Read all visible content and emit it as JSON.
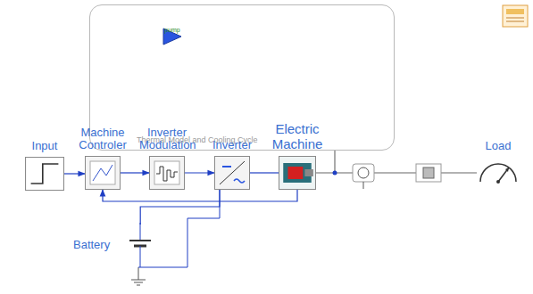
{
  "diagram": {
    "nodes": [
      {
        "text": [
          "Thermal Model and Cooling Cycle"
        ]
      },
      {
        "text": [
          "pump"
        ],
        "in": 0
      },
      {
        "text": [
          "Input"
        ]
      },
      {
        "text": [
          "Machine Controler"
        ]
      },
      {
        "text": [
          "Inverter Modulation"
        ]
      },
      {
        "text": [
          "Inverter"
        ]
      },
      {
        "text": [
          "Electric Machine"
        ]
      },
      {
        "text": [
          "Load"
        ]
      },
      {
        "text": [
          "Battery"
        ]
      }
    ],
    "edges": [
      {
        "from": 2,
        "to": 3,
        "arrow": "to"
      },
      {
        "from": 3,
        "to": 4,
        "arrow": "to"
      },
      {
        "from": 4,
        "to": 5,
        "arrow": "to"
      },
      {
        "from": 5,
        "to": 6,
        "arrow": "none"
      },
      {
        "from": 6,
        "to": 7,
        "arrow": "none"
      },
      {
        "from": 8,
        "to": 5,
        "arrow": "none"
      },
      {
        "from": 6,
        "to": 3,
        "arrow": "to"
      }
    ]
  }
}
